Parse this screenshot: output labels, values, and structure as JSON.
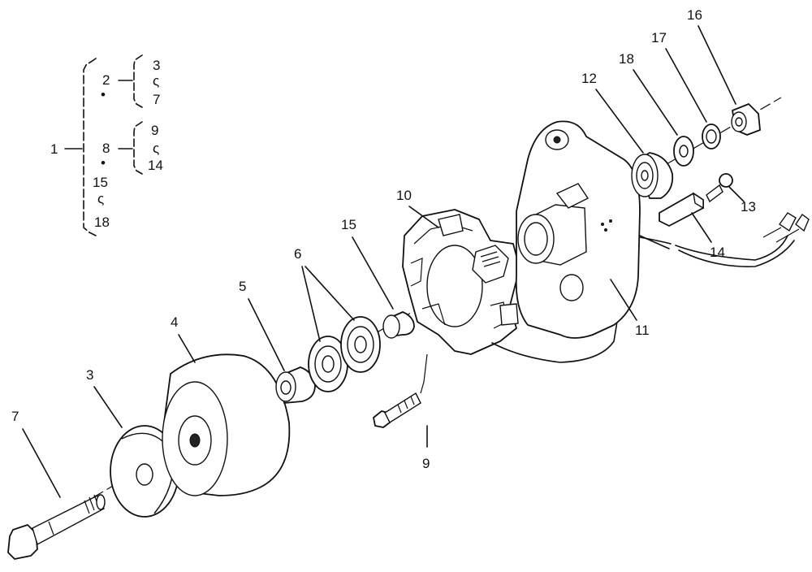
{
  "tree": {
    "root": "1",
    "group_a": {
      "parent": "2",
      "from": "3",
      "to": "7"
    },
    "group_b": {
      "parent": "8",
      "from": "9",
      "to": "14"
    },
    "range_c": {
      "from": "15",
      "to": "18"
    },
    "range_symbol": "ς",
    "dot": "•"
  },
  "callouts": {
    "c1": "7",
    "c2": "3",
    "c3": "4",
    "c4": "5",
    "c5": "6",
    "c6": "15",
    "c7": "10",
    "c8": "9",
    "c9": "12",
    "c10": "18",
    "c11": "17",
    "c12": "16",
    "c13": "13",
    "c14": "14",
    "c15": "11"
  }
}
